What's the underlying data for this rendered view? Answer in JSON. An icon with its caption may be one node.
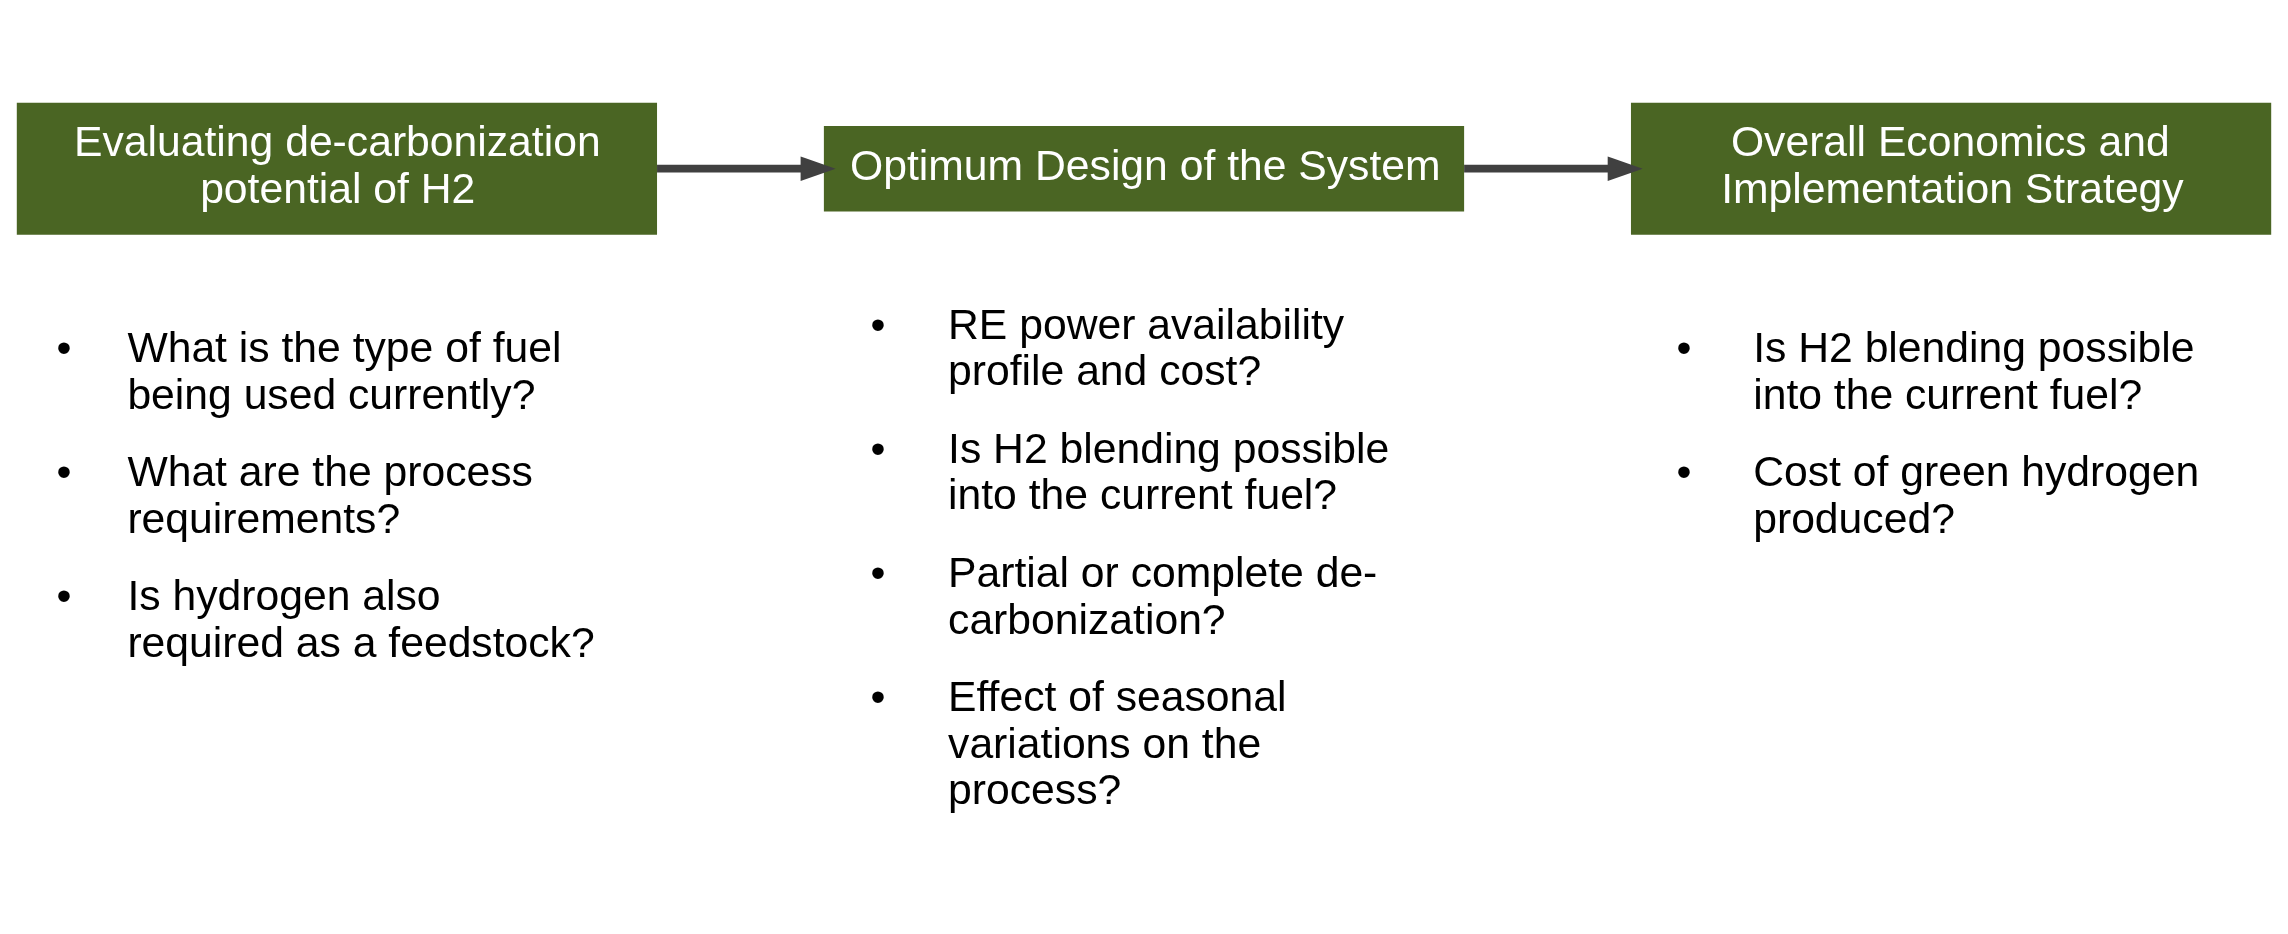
{
  "diagram": {
    "nodes": [
      {
        "text": [
          "Evaluating de-carbonization potential of H2"
        ],
        "beside": [
          "• What is the type of fuel being used currently?",
          "• What are the process requirements?",
          "• Is hydrogen also required as a feedstock?"
        ]
      },
      {
        "text": [
          "Optimum Design of the System"
        ],
        "beside": [
          "• RE power availability profile and cost?",
          "• Is H2 blending possible into the current fuel?",
          "• Partial or complete de-carbonization?",
          "• Effect of seasonal variations on the process?"
        ]
      },
      {
        "text": [
          "Overall Economics and Implementation Strategy"
        ],
        "beside": [
          "• Is H2 blending possible into the current fuel?",
          "• Cost of green hydrogen produced?"
        ]
      }
    ],
    "edges": [
      {
        "from": 0,
        "to": 1,
        "arrow": "to"
      },
      {
        "from": 1,
        "to": 2,
        "arrow": "to"
      }
    ]
  }
}
